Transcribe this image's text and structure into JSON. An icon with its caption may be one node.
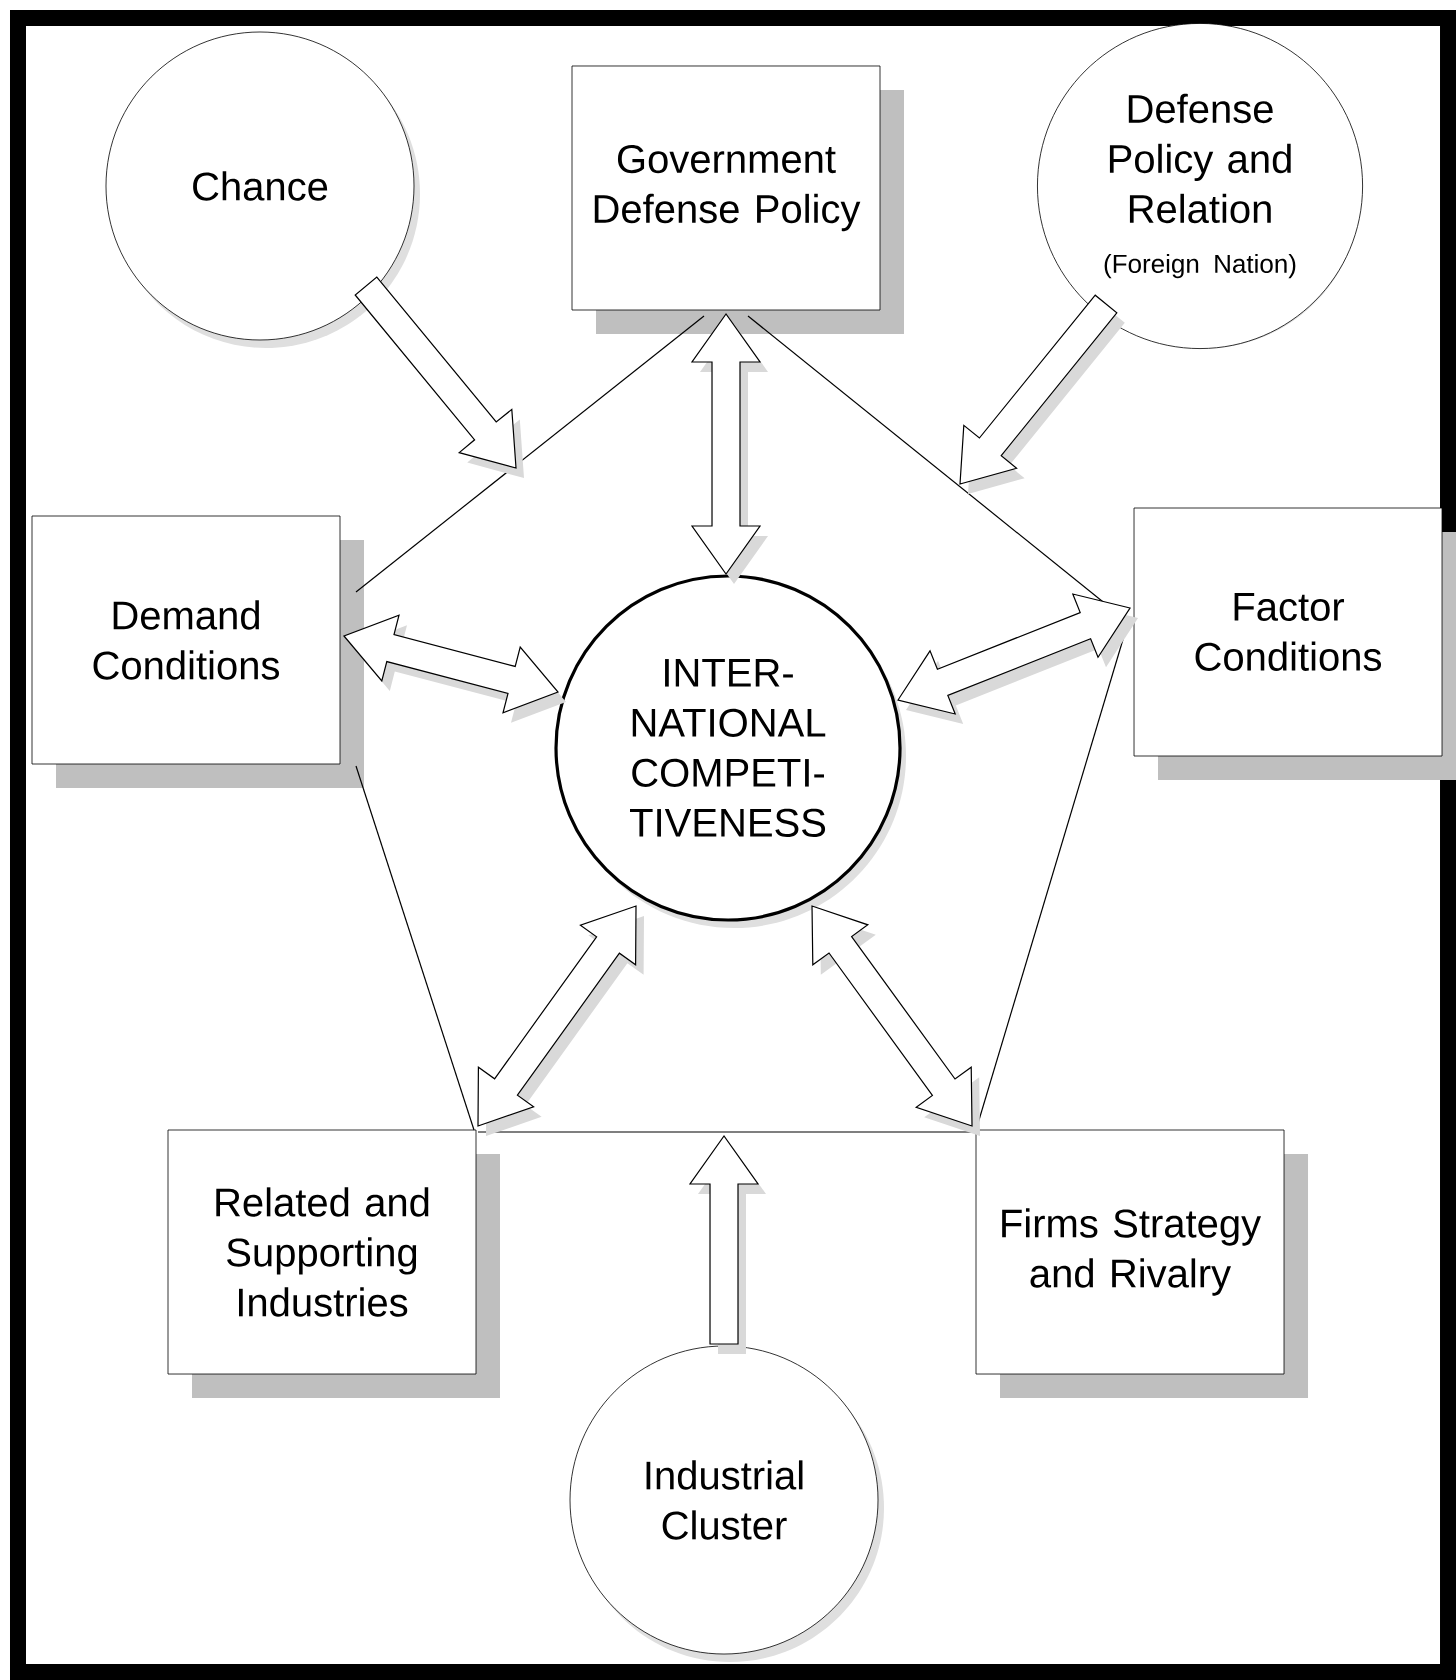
{
  "diagram": {
    "nodes": [
      {
        "text": [
          "Chance"
        ]
      },
      {
        "text": [
          "Government Defense Policy"
        ]
      },
      {
        "text": [
          "Defense Policy and Relation",
          "(Foreign Nation)"
        ]
      },
      {
        "text": [
          "Demand Conditions"
        ]
      },
      {
        "text": [
          "INTER- NATIONAL COMPETI- TIVENESS"
        ]
      },
      {
        "text": [
          "Factor Conditions"
        ]
      },
      {
        "text": [
          "Related and Supporting Industries"
        ]
      },
      {
        "text": [
          "Firms Strategy and Rivalry"
        ]
      },
      {
        "text": [
          "Industrial Cluster"
        ]
      }
    ],
    "edges": [
      {
        "from": 1,
        "to": 3,
        "arrow": "none"
      },
      {
        "from": 1,
        "to": 5,
        "arrow": "none"
      },
      {
        "from": 3,
        "to": 6,
        "arrow": "none"
      },
      {
        "from": 5,
        "to": 7,
        "arrow": "none"
      },
      {
        "from": 6,
        "to": 7,
        "arrow": "none"
      },
      {
        "from": 0,
        "to": null,
        "arrow": "to"
      },
      {
        "from": 2,
        "to": null,
        "arrow": "to"
      },
      {
        "from": 1,
        "to": 4,
        "arrow": "both"
      },
      {
        "from": 3,
        "to": 4,
        "arrow": "both"
      },
      {
        "from": 5,
        "to": 4,
        "arrow": "both"
      },
      {
        "from": 6,
        "to": 4,
        "arrow": "both"
      },
      {
        "from": 7,
        "to": 4,
        "arrow": "both"
      },
      {
        "from": 8,
        "to": null,
        "arrow": "to"
      }
    ]
  }
}
